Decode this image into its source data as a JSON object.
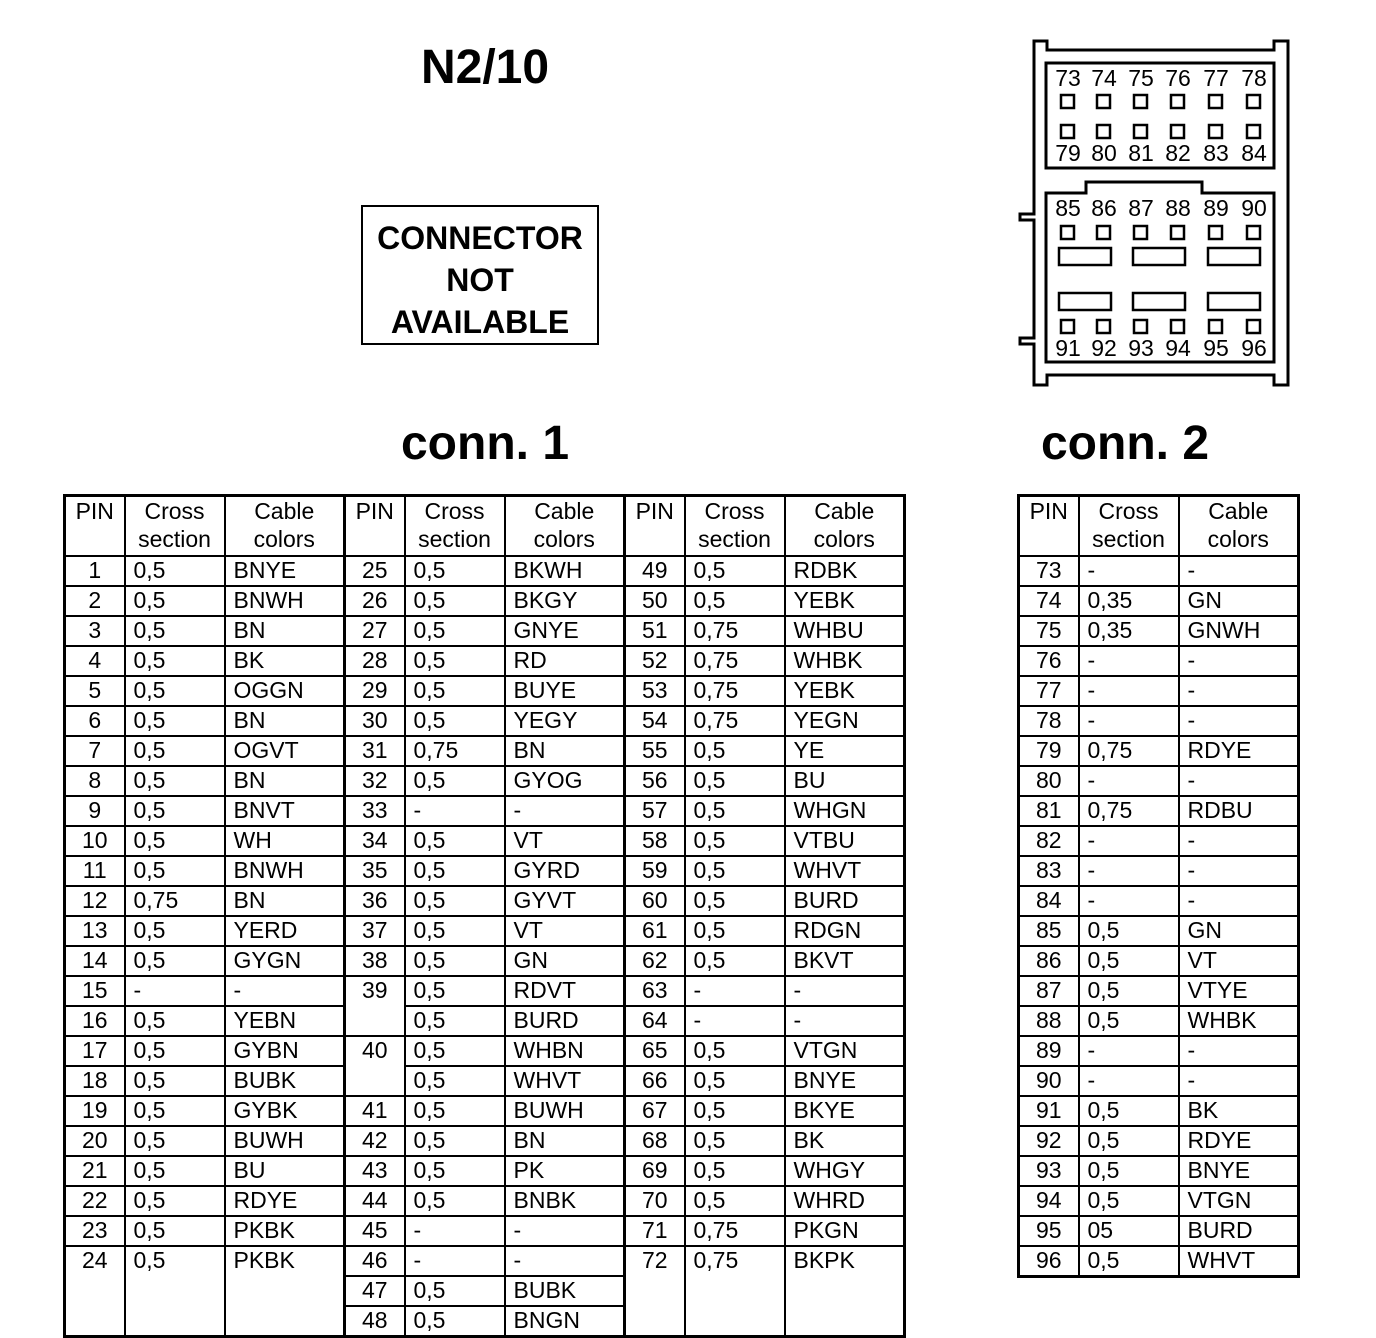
{
  "title": "N2/10",
  "not_available": [
    "CONNECTOR",
    "NOT",
    "AVAILABLE"
  ],
  "conn1": {
    "title": "conn. 1",
    "headers": {
      "pin": "PIN",
      "cross": [
        "Cross",
        "section"
      ],
      "colors": [
        "Cable",
        "colors"
      ]
    },
    "col1": [
      [
        "1",
        "0,5",
        "BNYE"
      ],
      [
        "2",
        "0,5",
        "BNWH"
      ],
      [
        "3",
        "0,5",
        "BN"
      ],
      [
        "4",
        "0,5",
        "BK"
      ],
      [
        "5",
        "0,5",
        "OGGN"
      ],
      [
        "6",
        "0,5",
        "BN"
      ],
      [
        "7",
        "0,5",
        "OGVT"
      ],
      [
        "8",
        "0,5",
        "BN"
      ],
      [
        "9",
        "0,5",
        "BNVT"
      ],
      [
        "10",
        "0,5",
        "WH"
      ],
      [
        "11",
        "0,5",
        "BNWH"
      ],
      [
        "12",
        "0,75",
        "BN"
      ],
      [
        "13",
        "0,5",
        "YERD"
      ],
      [
        "14",
        "0,5",
        "GYGN"
      ],
      [
        "15",
        "-",
        "-"
      ],
      [
        "16",
        "0,5",
        "YEBN"
      ],
      [
        "17",
        "0,5",
        "GYBN"
      ],
      [
        "18",
        "0,5",
        "BUBK"
      ],
      [
        "19",
        "0,5",
        "GYBK"
      ],
      [
        "20",
        "0,5",
        "BUWH"
      ],
      [
        "21",
        "0,5",
        "BU"
      ],
      [
        "22",
        "0,5",
        "RDYE"
      ],
      [
        "23",
        "0,5",
        "PKBK"
      ],
      [
        "24",
        "0,5",
        "PKBK"
      ]
    ],
    "col2": [
      [
        "25",
        "0,5",
        "BKWH"
      ],
      [
        "26",
        "0,5",
        "BKGY"
      ],
      [
        "27",
        "0,5",
        "GNYE"
      ],
      [
        "28",
        "0,5",
        "RD"
      ],
      [
        "29",
        "0,5",
        "BUYE"
      ],
      [
        "30",
        "0,5",
        "YEGY"
      ],
      [
        "31",
        "0,75",
        "BN"
      ],
      [
        "32",
        "0,5",
        "GYOG"
      ],
      [
        "33",
        "-",
        "-"
      ],
      [
        "34",
        "0,5",
        "VT"
      ],
      [
        "35",
        "0,5",
        "GYRD"
      ],
      [
        "36",
        "0,5",
        "GYVT"
      ],
      [
        "37",
        "0,5",
        "VT"
      ],
      [
        "38",
        "0,5",
        "GN"
      ],
      [
        "39",
        "0,5",
        "RDVT"
      ],
      [
        "",
        "0,5",
        "BURD"
      ],
      [
        "40",
        "0,5",
        "WHBN"
      ],
      [
        "",
        "0,5",
        "WHVT"
      ],
      [
        "41",
        "0,5",
        "BUWH"
      ],
      [
        "42",
        "0,5",
        "BN"
      ],
      [
        "43",
        "0,5",
        "PK"
      ],
      [
        "44",
        "0,5",
        "BNBK"
      ],
      [
        "45",
        "-",
        "-"
      ],
      [
        "46",
        "-",
        "-"
      ],
      [
        "47",
        "0,5",
        "BUBK"
      ],
      [
        "48",
        "0,5",
        "BNGN"
      ]
    ],
    "col3": [
      [
        "49",
        "0,5",
        "RDBK"
      ],
      [
        "50",
        "0,5",
        "YEBK"
      ],
      [
        "51",
        "0,75",
        "WHBU"
      ],
      [
        "52",
        "0,75",
        "WHBK"
      ],
      [
        "53",
        "0,75",
        "YEBK"
      ],
      [
        "54",
        "0,75",
        "YEGN"
      ],
      [
        "55",
        "0,5",
        "YE"
      ],
      [
        "56",
        "0,5",
        "BU"
      ],
      [
        "57",
        "0,5",
        "WHGN"
      ],
      [
        "58",
        "0,5",
        "VTBU"
      ],
      [
        "59",
        "0,5",
        "WHVT"
      ],
      [
        "60",
        "0,5",
        "BURD"
      ],
      [
        "61",
        "0,5",
        "RDGN"
      ],
      [
        "62",
        "0,5",
        "BKVT"
      ],
      [
        "63",
        "-",
        "-"
      ],
      [
        "64",
        "-",
        "-"
      ],
      [
        "65",
        "0,5",
        "VTGN"
      ],
      [
        "66",
        "0,5",
        "BNYE"
      ],
      [
        "67",
        "0,5",
        "BKYE"
      ],
      [
        "68",
        "0,5",
        "BK"
      ],
      [
        "69",
        "0,5",
        "WHGY"
      ],
      [
        "70",
        "0,5",
        "WHRD"
      ],
      [
        "71",
        "0,75",
        "PKGN"
      ],
      [
        "72",
        "0,75",
        "BKPK"
      ]
    ]
  },
  "conn2": {
    "title": "conn. 2",
    "headers": {
      "pin": "PIN",
      "cross": [
        "Cross",
        "section"
      ],
      "colors": [
        "Cable",
        "colors"
      ]
    },
    "rows": [
      [
        "73",
        "-",
        "-"
      ],
      [
        "74",
        "0,35",
        "GN"
      ],
      [
        "75",
        "0,35",
        "GNWH"
      ],
      [
        "76",
        "-",
        "-"
      ],
      [
        "77",
        "-",
        "-"
      ],
      [
        "78",
        "-",
        "-"
      ],
      [
        "79",
        "0,75",
        "RDYE"
      ],
      [
        "80",
        "-",
        "-"
      ],
      [
        "81",
        "0,75",
        "RDBU"
      ],
      [
        "82",
        "-",
        "-"
      ],
      [
        "83",
        "-",
        "-"
      ],
      [
        "84",
        "-",
        "-"
      ],
      [
        "85",
        "0,5",
        "GN"
      ],
      [
        "86",
        "0,5",
        "VT"
      ],
      [
        "87",
        "0,5",
        "VTYE"
      ],
      [
        "88",
        "0,5",
        "WHBK"
      ],
      [
        "89",
        "-",
        "-"
      ],
      [
        "90",
        "-",
        "-"
      ],
      [
        "91",
        "0,5",
        "BK"
      ],
      [
        "92",
        "0,5",
        "RDYE"
      ],
      [
        "93",
        "0,5",
        "BNYE"
      ],
      [
        "94",
        "0,5",
        "VTGN"
      ],
      [
        "95",
        "05",
        "BURD"
      ],
      [
        "96",
        "0,5",
        "WHVT"
      ]
    ]
  },
  "connector_diagram": {
    "top_row_upper": [
      "73",
      "74",
      "75",
      "76",
      "77",
      "78"
    ],
    "top_row_lower": [
      "79",
      "80",
      "81",
      "82",
      "83",
      "84"
    ],
    "bottom_row_upper": [
      "85",
      "86",
      "87",
      "88",
      "89",
      "90"
    ],
    "bottom_row_lower": [
      "91",
      "92",
      "93",
      "94",
      "95",
      "96"
    ]
  }
}
